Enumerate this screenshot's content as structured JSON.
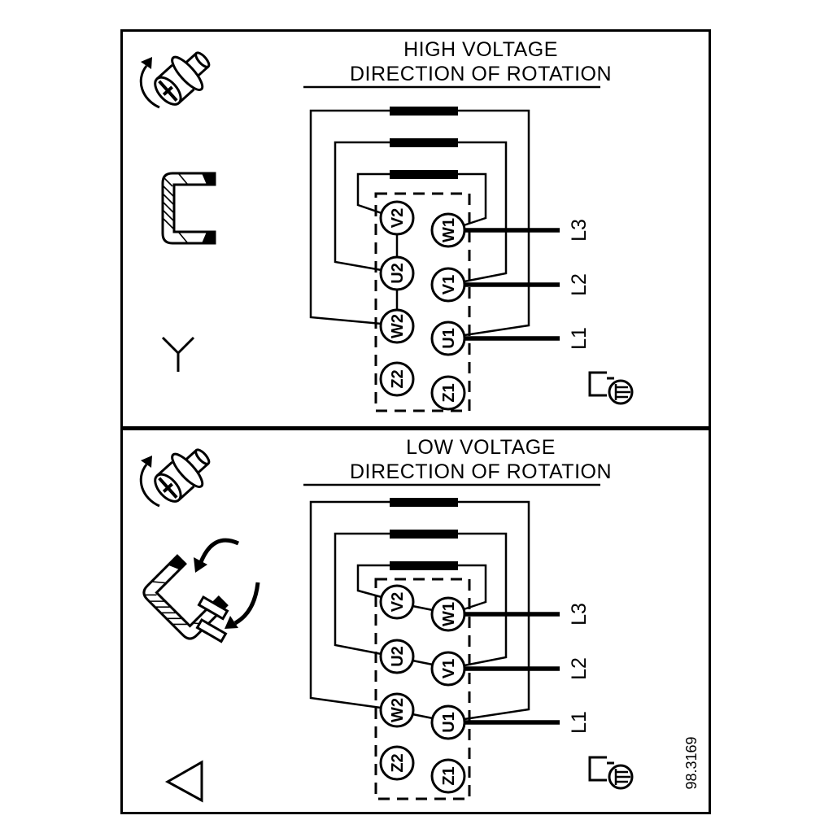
{
  "colors": {
    "ink": "#000000",
    "paper": "#ffffff"
  },
  "figure_number": "98.3169",
  "high": {
    "title": "HIGH VOLTAGE",
    "subtitle": "DIRECTION OF ROTATION",
    "connection": "star",
    "terminals_left": [
      "V2",
      "U2",
      "W2",
      "Z2"
    ],
    "terminals_right": [
      "W1",
      "V1",
      "U1",
      "Z1"
    ],
    "supply_lines": [
      "L3",
      "L2",
      "L1"
    ]
  },
  "low": {
    "title": "LOW VOLTAGE",
    "subtitle": "DIRECTION OF ROTATION",
    "connection": "delta",
    "terminals_left": [
      "V2",
      "U2",
      "W2",
      "Z2"
    ],
    "terminals_right": [
      "W1",
      "V1",
      "U1",
      "Z1"
    ],
    "supply_lines": [
      "L3",
      "L2",
      "L1"
    ]
  },
  "icons": {
    "screw": "phillips-screw-rotation",
    "link": "terminal-link-bracket",
    "star": "star-connection-symbol",
    "delta": "delta-connection-symbol",
    "earth": "earth-terminal"
  }
}
